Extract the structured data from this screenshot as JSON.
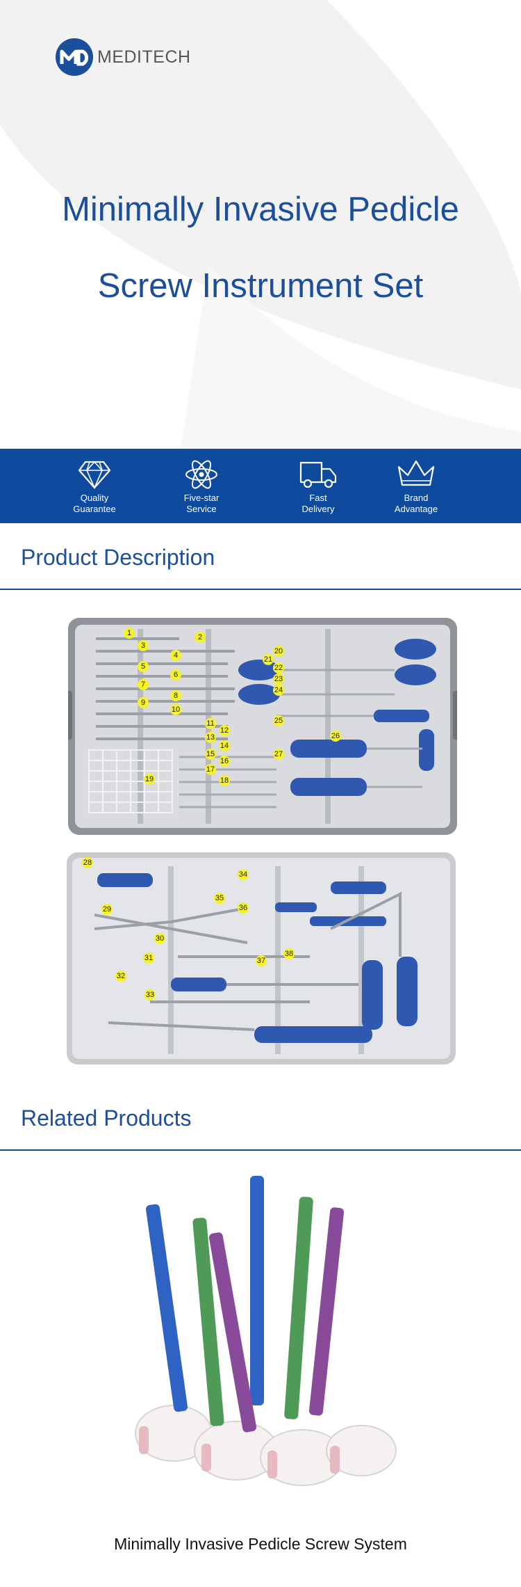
{
  "brand": {
    "name": "MEDITECH",
    "logo_icon": "md-logo-icon",
    "color": "#1b4f9c"
  },
  "hero": {
    "title_line1": "Minimally Invasive Pedicle",
    "title_line2": "Screw Instrument Set"
  },
  "features": [
    {
      "icon": "diamond-icon",
      "label": "Quality\nGuarantee"
    },
    {
      "icon": "atom-icon",
      "label": "Five-star\nService"
    },
    {
      "icon": "truck-icon",
      "label": "Fast\nDelivery"
    },
    {
      "icon": "crown-icon",
      "label": "Brand\nAdvantage"
    }
  ],
  "sections": {
    "description_title": "Product Description",
    "related_title": "Related Products"
  },
  "tray1_callouts": [
    "1",
    "2",
    "3",
    "4",
    "5",
    "6",
    "7",
    "8",
    "9",
    "10",
    "11",
    "12",
    "13",
    "14",
    "15",
    "16",
    "17",
    "18",
    "19",
    "20",
    "21",
    "22",
    "23",
    "24",
    "25",
    "26",
    "27"
  ],
  "tray2_callouts": [
    "28",
    "29",
    "30",
    "31",
    "32",
    "33",
    "34",
    "35",
    "36",
    "37",
    "38"
  ],
  "related_product": {
    "caption": "Minimally Invasive Pedicle Screw System"
  },
  "colors": {
    "feature_bar": "#0e4b9f",
    "accent": "#1b4f9c",
    "callout": "#f7f224"
  }
}
